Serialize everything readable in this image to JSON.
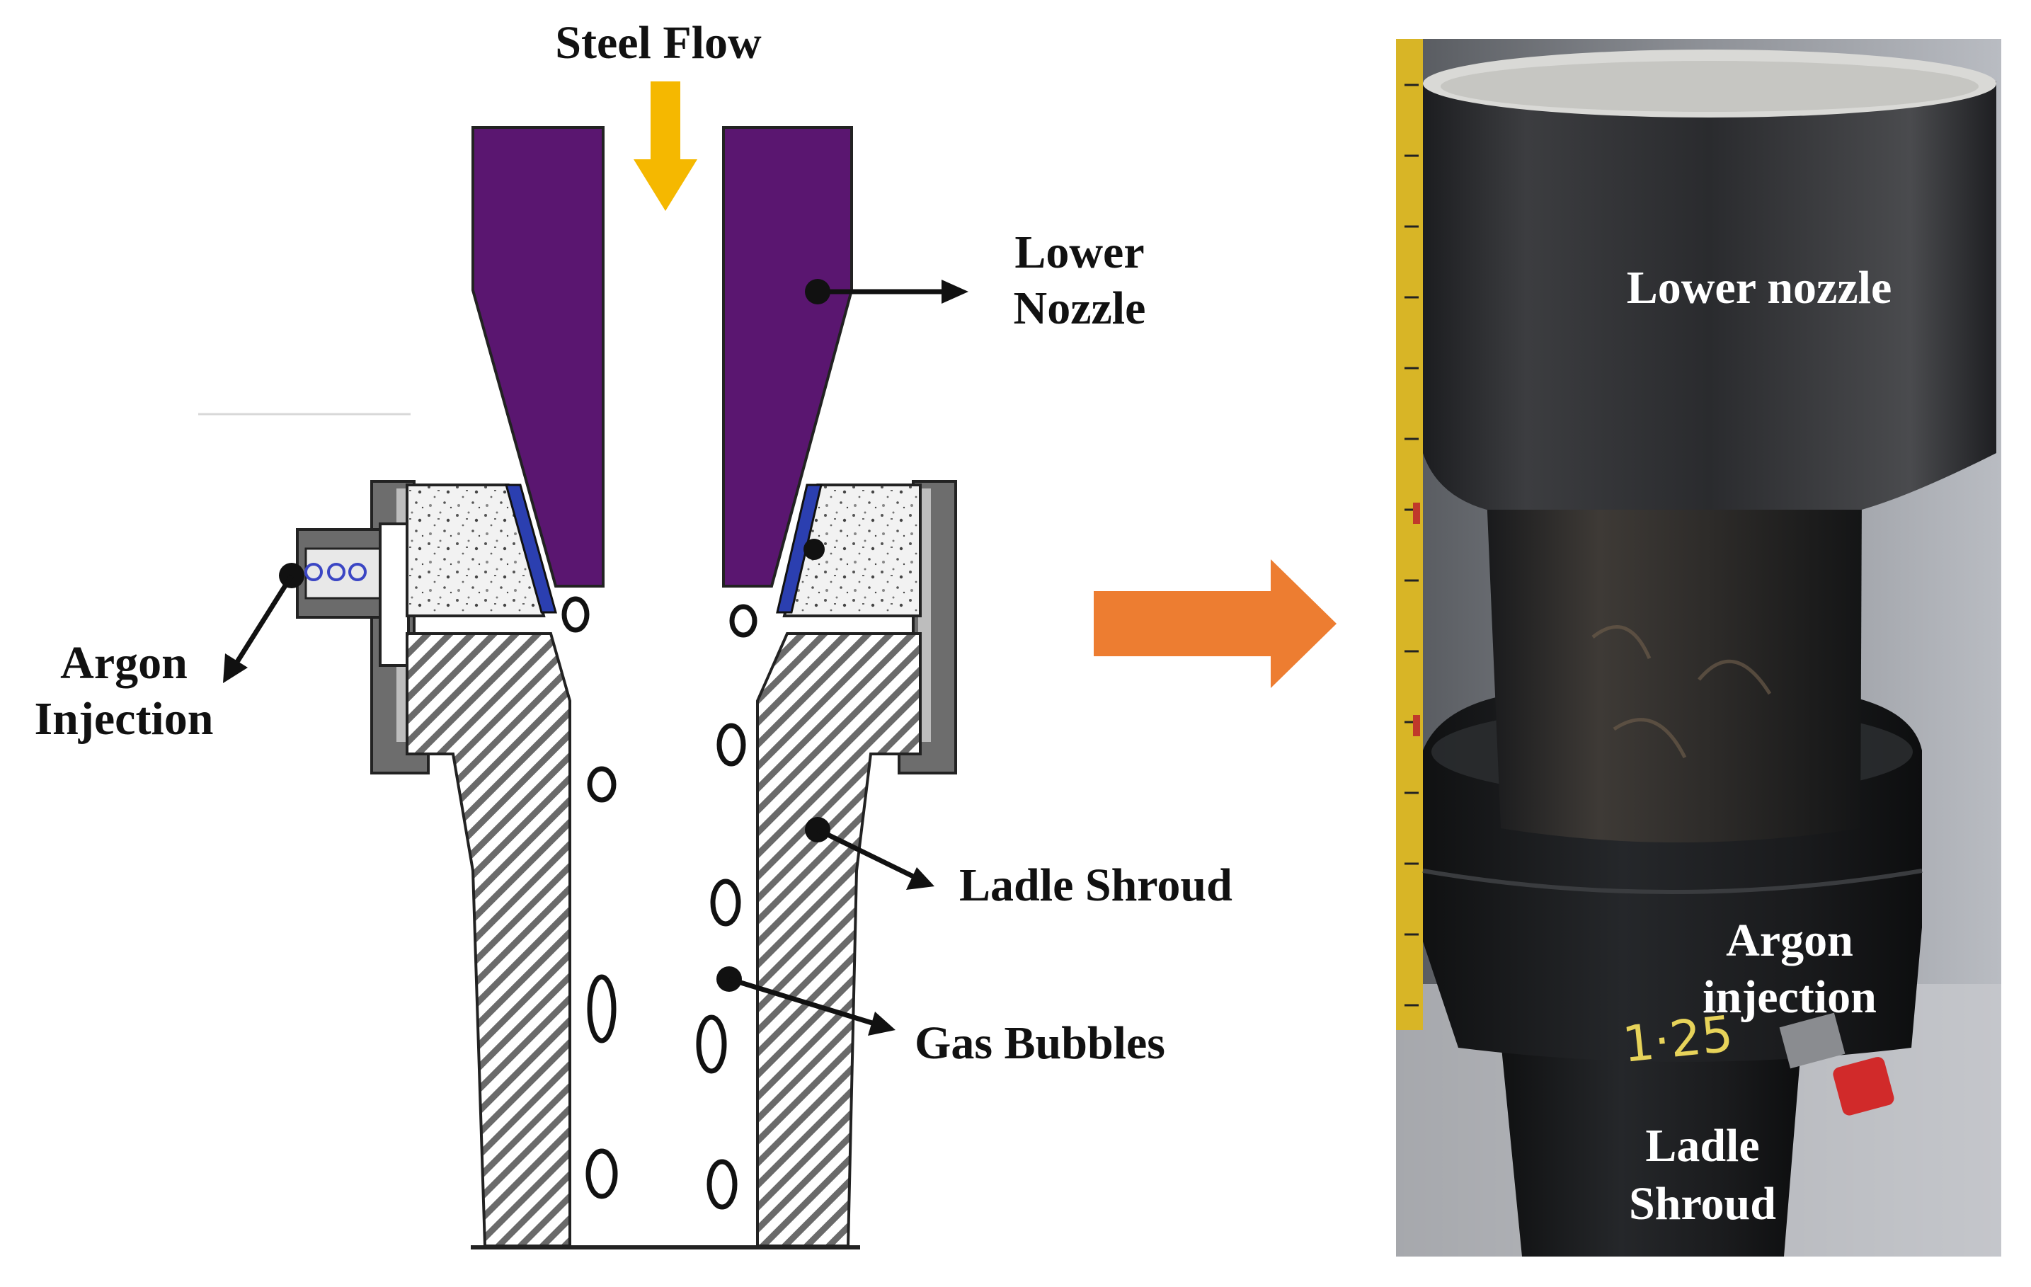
{
  "diagram": {
    "labels": {
      "steel_flow": "Steel Flow",
      "lower_nozzle_line1": "Lower",
      "lower_nozzle_line2": "Nozzle",
      "argon_line1": "Argon",
      "argon_line2": "Injection",
      "ladle_shroud": "Ladle Shroud",
      "gas_bubbles": "Gas Bubbles"
    },
    "colors": {
      "nozzle": "#5a1670",
      "steel_flow_arrow": "#f5b800",
      "transition_arrow": "#ed7d31",
      "seal": "#2b3fb0"
    }
  },
  "photo": {
    "labels": {
      "lower_nozzle": "Lower nozzle",
      "argon_line1": "Argon",
      "argon_line2": "injection",
      "ladle_line1": "Ladle",
      "ladle_line2": "Shroud",
      "marking": "1·25"
    }
  }
}
